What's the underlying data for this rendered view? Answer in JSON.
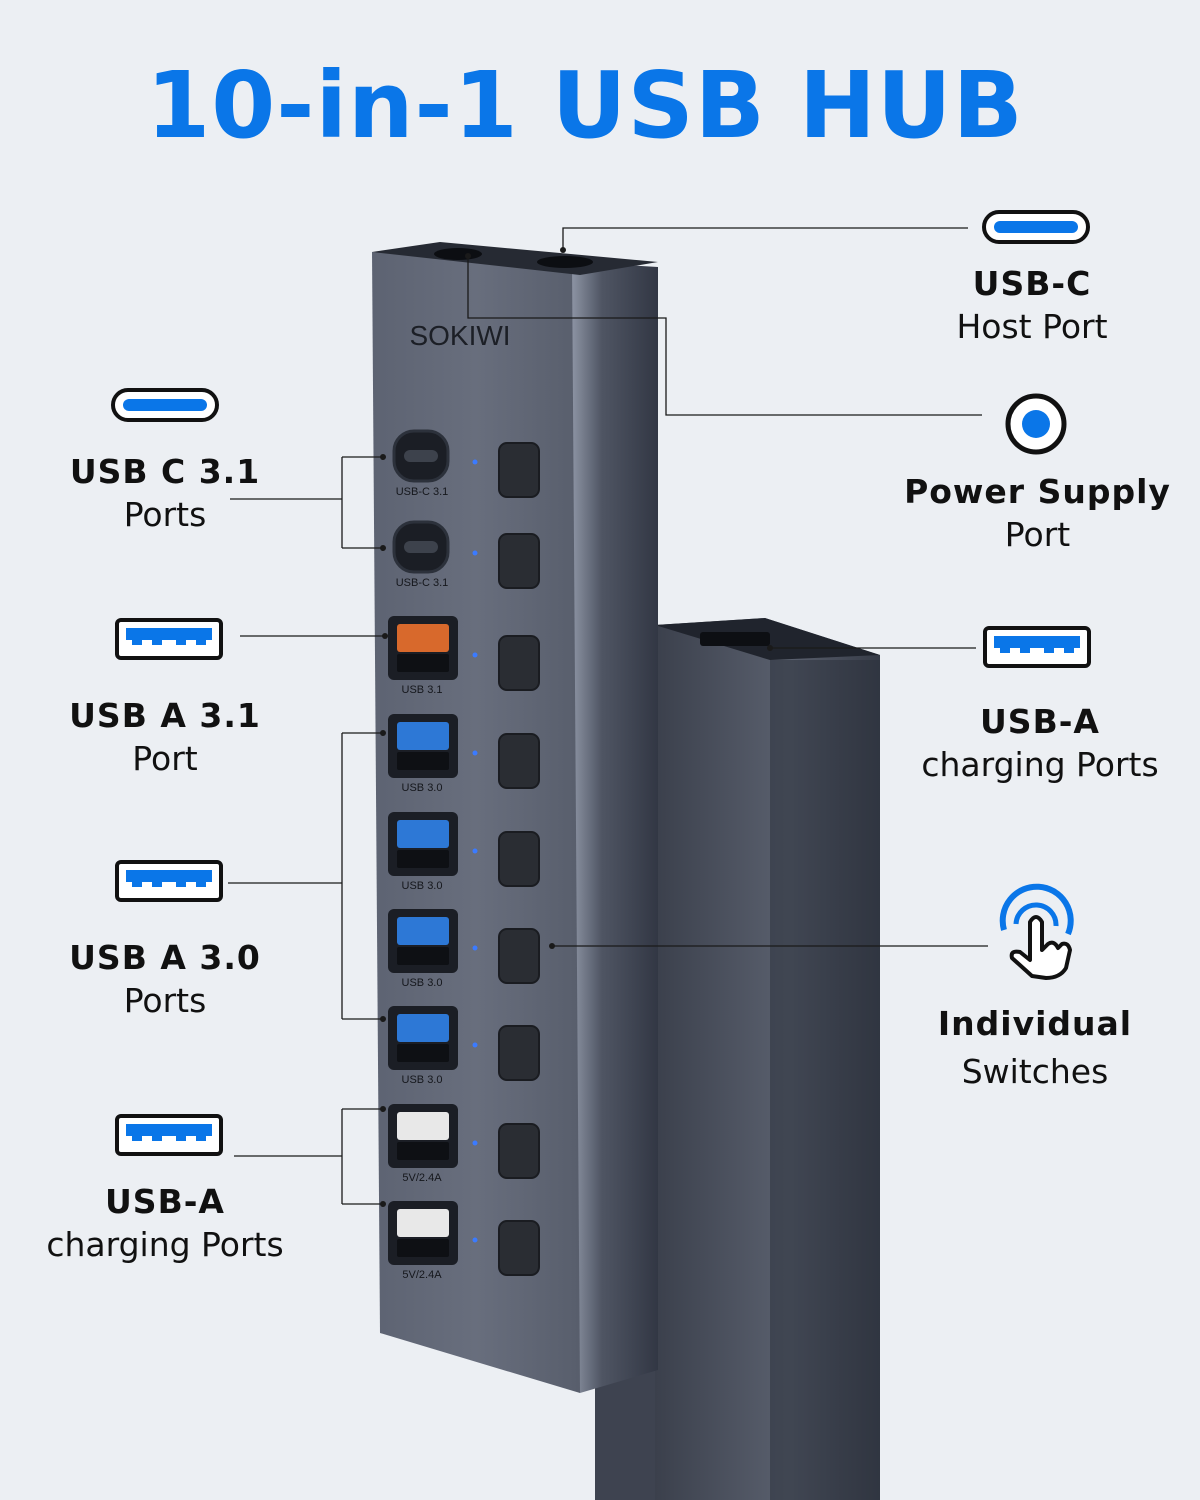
{
  "title": "10-in-1 USB HUB",
  "brand": "SOKIWI",
  "colors": {
    "accent": "#0a76e8",
    "hub_body": "#4a5060",
    "background": "#eceff3"
  },
  "labels": {
    "usbc_31": {
      "bold": "USB C 3.1",
      "regular": "Ports",
      "icon": "usb-c-port-icon"
    },
    "usba_31": {
      "bold": "USB A 3.1",
      "regular": "Port",
      "icon": "usb-a-port-icon"
    },
    "usba_30": {
      "bold": "USB A 3.0",
      "regular": "Ports",
      "icon": "usb-a-port-icon"
    },
    "usba_charging_left": {
      "bold": "USB-A",
      "regular": "charging Ports",
      "icon": "usb-a-port-icon"
    },
    "usbc_host": {
      "bold": "USB-C",
      "regular": "Host Port",
      "icon": "usb-c-port-icon"
    },
    "power_supply": {
      "bold": "Power Supply",
      "regular": "Port",
      "icon": "power-port-icon"
    },
    "usba_charging_right": {
      "bold": "USB-A",
      "regular": "charging Ports",
      "icon": "usb-a-port-icon"
    },
    "switches": {
      "bold": "Individual",
      "regular": "Switches",
      "icon": "touch-hand-icon"
    }
  },
  "hub_ports": [
    {
      "label": "USB-C 3.1",
      "kind": "usb-c"
    },
    {
      "label": "USB-C 3.1",
      "kind": "usb-c"
    },
    {
      "label": "USB 3.1",
      "kind": "usb-a-orange"
    },
    {
      "label": "USB 3.0",
      "kind": "usb-a-blue"
    },
    {
      "label": "USB 3.0",
      "kind": "usb-a-blue"
    },
    {
      "label": "USB 3.0",
      "kind": "usb-a-blue"
    },
    {
      "label": "USB 3.0",
      "kind": "usb-a-blue"
    },
    {
      "label": "5V/2.4A",
      "kind": "usb-a-white"
    },
    {
      "label": "5V/2.4A",
      "kind": "usb-a-white"
    }
  ]
}
